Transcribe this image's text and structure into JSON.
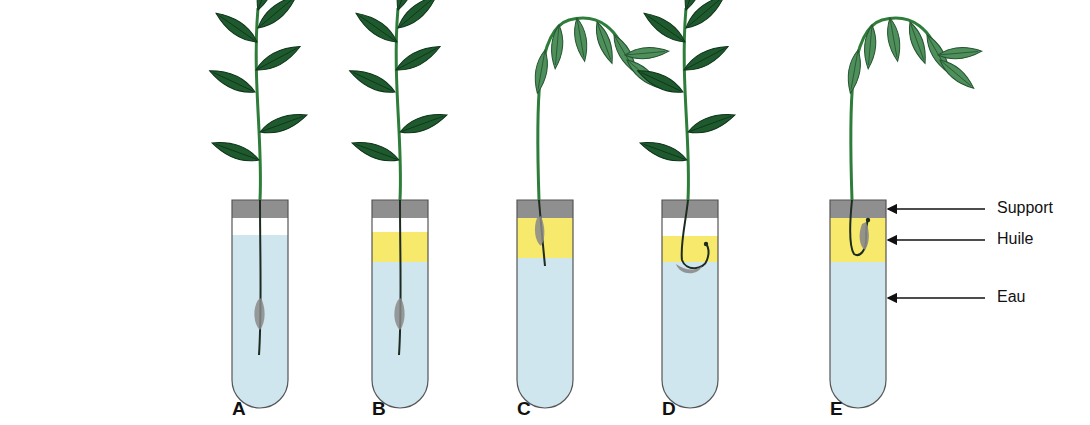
{
  "diagram": {
    "labels": [
      "A",
      "B",
      "C",
      "D",
      "E",
      "Support",
      "Huile",
      "Eau"
    ]
  }
}
